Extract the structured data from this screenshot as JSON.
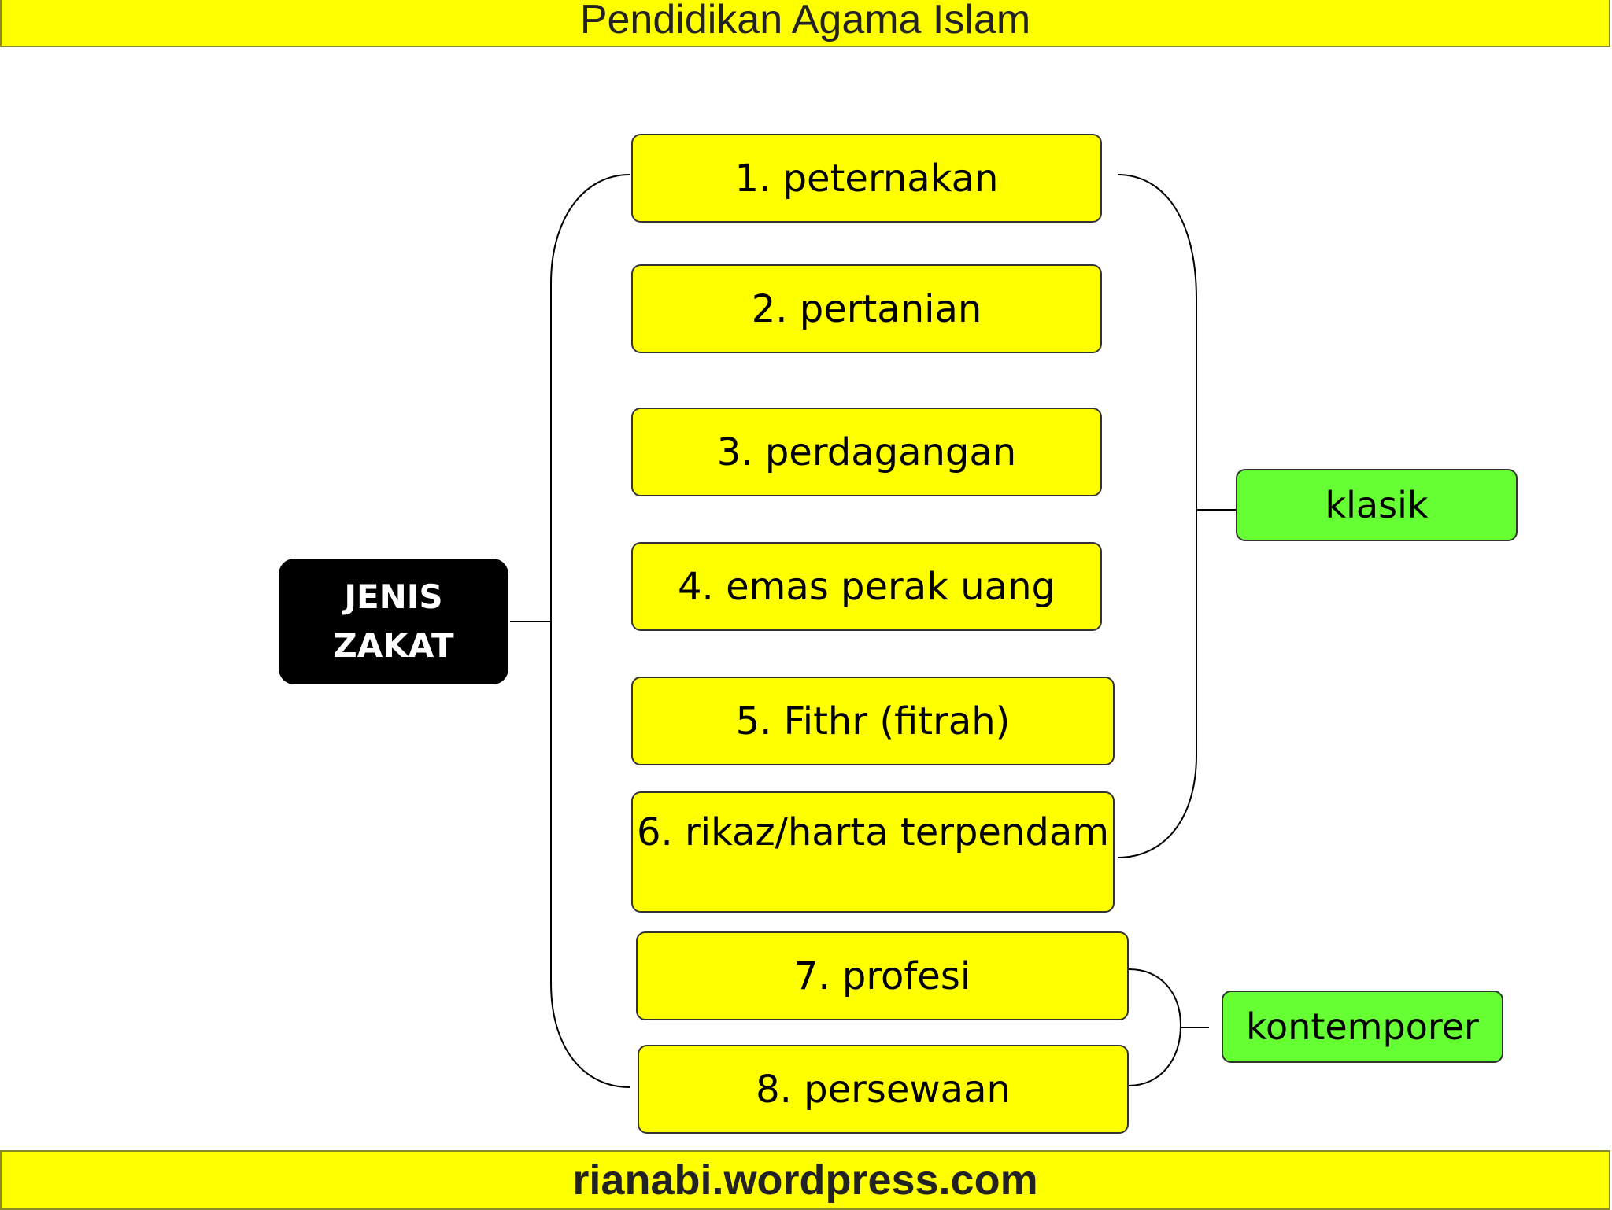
{
  "header": {
    "title": "Pendidikan Agama Islam"
  },
  "footer": {
    "text": "rianabi.wordpress.com"
  },
  "colors": {
    "bar": "#ffff00",
    "item": "#ffff00",
    "group": "#66ff33",
    "root": "#000000"
  },
  "root": {
    "line1": "JENIS",
    "line2": "ZAKAT"
  },
  "items": [
    "1. peternakan",
    "2. pertanian",
    "3. perdagangan",
    "4. emas perak uang",
    "5. Fithr (fitrah)",
    "6. rikaz/harta terpendam",
    "7. profesi",
    "8. persewaan"
  ],
  "groups": {
    "classic": "klasik",
    "contemporary": "kontemporer"
  }
}
